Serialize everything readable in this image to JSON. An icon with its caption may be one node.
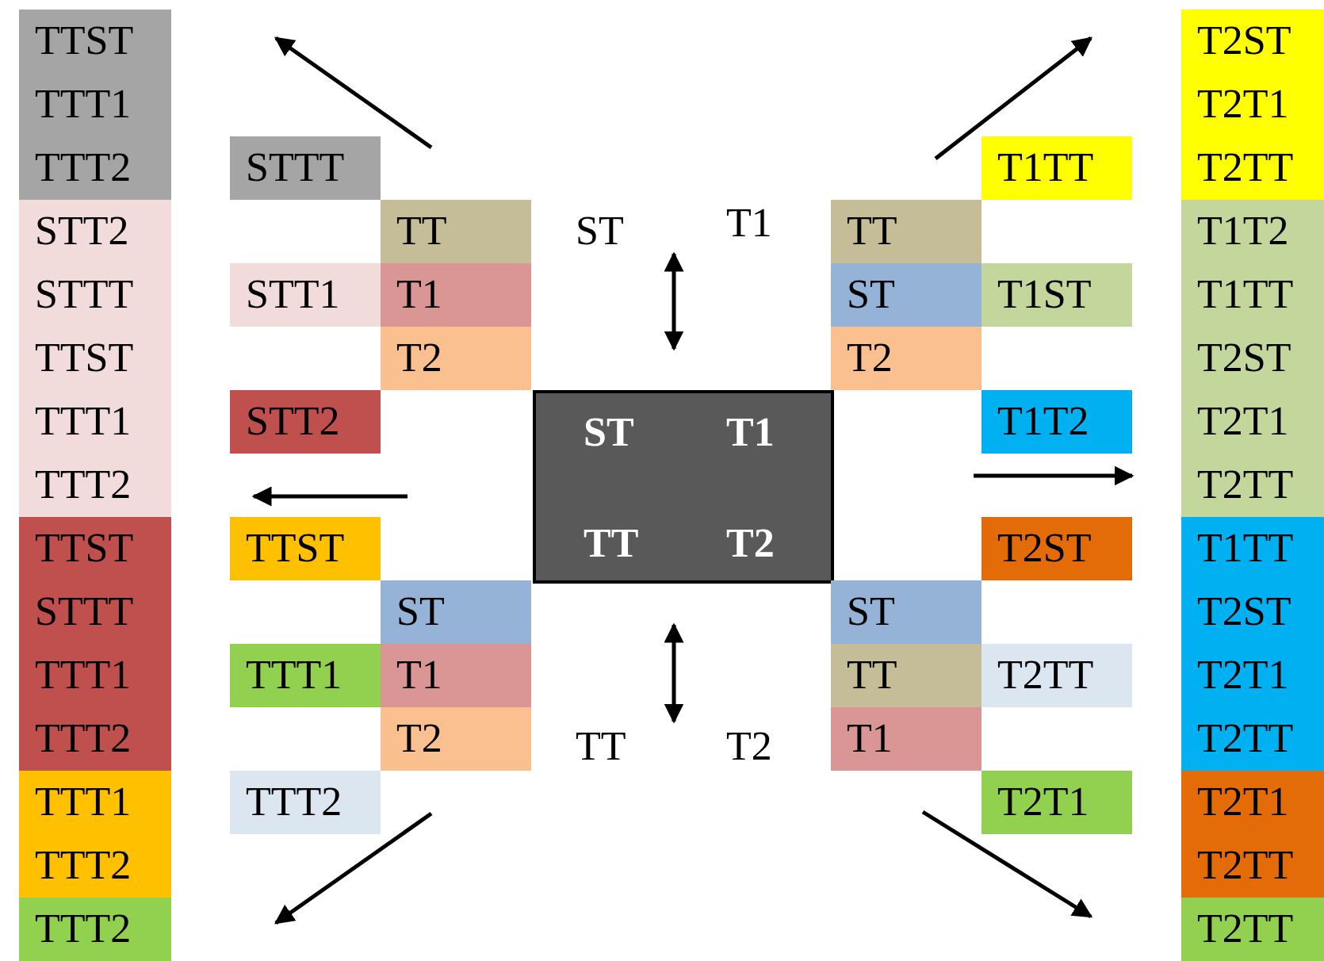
{
  "diagram": {
    "nodes": [
      {
        "text": [
          "TTST",
          "TTT1",
          "TTT2"
        ]
      },
      {
        "text": [
          "STT2",
          "STTT",
          "TTST",
          "TTT1",
          "TTT2"
        ]
      },
      {
        "text": [
          "TTST",
          "STTT",
          "TTT1",
          "TTT2"
        ]
      },
      {
        "text": [
          "TTT1",
          "TTT2"
        ]
      },
      {
        "text": [
          "TTT2"
        ]
      },
      {
        "text": [
          "STTT"
        ]
      },
      {
        "text": [
          "STT1"
        ]
      },
      {
        "text": [
          "STT2"
        ]
      },
      {
        "text": [
          "TTST"
        ]
      },
      {
        "text": [
          "TTT1"
        ]
      },
      {
        "text": [
          "TTT2"
        ]
      },
      {
        "text": [
          "TT"
        ]
      },
      {
        "text": [
          "T1"
        ]
      },
      {
        "text": [
          "T2"
        ]
      },
      {
        "text": [
          "ST"
        ]
      },
      {
        "text": [
          "T1"
        ]
      },
      {
        "text": [
          "T2"
        ]
      },
      {
        "text": [
          "ST",
          "T1",
          "TT",
          "T2"
        ]
      },
      {
        "text": [
          "TT"
        ]
      },
      {
        "text": [
          "ST"
        ]
      },
      {
        "text": [
          "T2"
        ]
      },
      {
        "text": [
          "ST"
        ]
      },
      {
        "text": [
          "TT"
        ]
      },
      {
        "text": [
          "T1"
        ]
      },
      {
        "text": [
          "T1TT"
        ]
      },
      {
        "text": [
          "T1ST"
        ]
      },
      {
        "text": [
          "T1T2"
        ]
      },
      {
        "text": [
          "T2ST"
        ]
      },
      {
        "text": [
          "T2TT"
        ]
      },
      {
        "text": [
          "T2T1"
        ]
      },
      {
        "text": [
          "T2ST",
          "T2T1",
          "T2TT"
        ]
      },
      {
        "text": [
          "T1T2",
          "T1TT",
          "T2ST",
          "T2T1",
          "T2TT"
        ]
      },
      {
        "text": [
          "T1TT",
          "T2ST",
          "T2T1",
          "T2TT"
        ]
      },
      {
        "text": [
          "T2T1",
          "T2TT"
        ]
      },
      {
        "text": [
          "T2TT"
        ]
      }
    ],
    "edges": [],
    "labels": [
      "ST",
      "T1",
      "TT",
      "T2"
    ]
  }
}
